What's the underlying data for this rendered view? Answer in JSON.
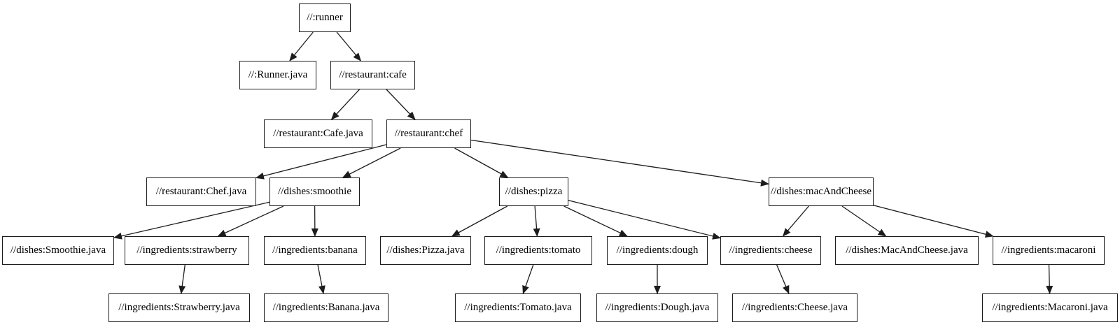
{
  "graph": {
    "background_color": "#ffffff",
    "node_fill_color": "#ffffff",
    "node_border_color": "#1c1c1c",
    "node_text_color": "#000000",
    "edge_color": "#1c1c1c"
  },
  "nodes": {
    "runner": {
      "label": "//:runner"
    },
    "runner_java": {
      "label": "//:Runner.java"
    },
    "cafe": {
      "label": "//restaurant:cafe"
    },
    "cafe_java": {
      "label": "//restaurant:Cafe.java"
    },
    "chef": {
      "label": "//restaurant:chef"
    },
    "chef_java": {
      "label": "//restaurant:Chef.java"
    },
    "smoothie": {
      "label": "//dishes:smoothie"
    },
    "pizza": {
      "label": "//dishes:pizza"
    },
    "mac_and_cheese": {
      "label": "//dishes:macAndCheese"
    },
    "smoothie_java": {
      "label": "//dishes:Smoothie.java"
    },
    "strawberry": {
      "label": "//ingredients:strawberry"
    },
    "banana": {
      "label": "//ingredients:banana"
    },
    "pizza_java": {
      "label": "//dishes:Pizza.java"
    },
    "tomato": {
      "label": "//ingredients:tomato"
    },
    "dough": {
      "label": "//ingredients:dough"
    },
    "cheese": {
      "label": "//ingredients:cheese"
    },
    "mac_and_cheese_java": {
      "label": "//dishes:MacAndCheese.java"
    },
    "macaroni": {
      "label": "//ingredients:macaroni"
    },
    "strawberry_java": {
      "label": "//ingredients:Strawberry.java"
    },
    "banana_java": {
      "label": "//ingredients:Banana.java"
    },
    "tomato_java": {
      "label": "//ingredients:Tomato.java"
    },
    "dough_java": {
      "label": "//ingredients:Dough.java"
    },
    "cheese_java": {
      "label": "//ingredients:Cheese.java"
    },
    "macaroni_java": {
      "label": "//ingredients:Macaroni.java"
    }
  },
  "edges": [
    {
      "from": "runner",
      "to": "runner_java"
    },
    {
      "from": "runner",
      "to": "cafe"
    },
    {
      "from": "cafe",
      "to": "cafe_java"
    },
    {
      "from": "cafe",
      "to": "chef"
    },
    {
      "from": "chef",
      "to": "chef_java"
    },
    {
      "from": "chef",
      "to": "smoothie"
    },
    {
      "from": "chef",
      "to": "pizza"
    },
    {
      "from": "chef",
      "to": "mac_and_cheese"
    },
    {
      "from": "smoothie",
      "to": "smoothie_java"
    },
    {
      "from": "smoothie",
      "to": "strawberry"
    },
    {
      "from": "smoothie",
      "to": "banana"
    },
    {
      "from": "strawberry",
      "to": "strawberry_java"
    },
    {
      "from": "banana",
      "to": "banana_java"
    },
    {
      "from": "pizza",
      "to": "pizza_java"
    },
    {
      "from": "pizza",
      "to": "tomato"
    },
    {
      "from": "pizza",
      "to": "dough"
    },
    {
      "from": "pizza",
      "to": "cheese"
    },
    {
      "from": "mac_and_cheese",
      "to": "cheese"
    },
    {
      "from": "mac_and_cheese",
      "to": "mac_and_cheese_java"
    },
    {
      "from": "mac_and_cheese",
      "to": "macaroni"
    },
    {
      "from": "tomato",
      "to": "tomato_java"
    },
    {
      "from": "dough",
      "to": "dough_java"
    },
    {
      "from": "cheese",
      "to": "cheese_java"
    },
    {
      "from": "macaroni",
      "to": "macaroni_java"
    }
  ]
}
